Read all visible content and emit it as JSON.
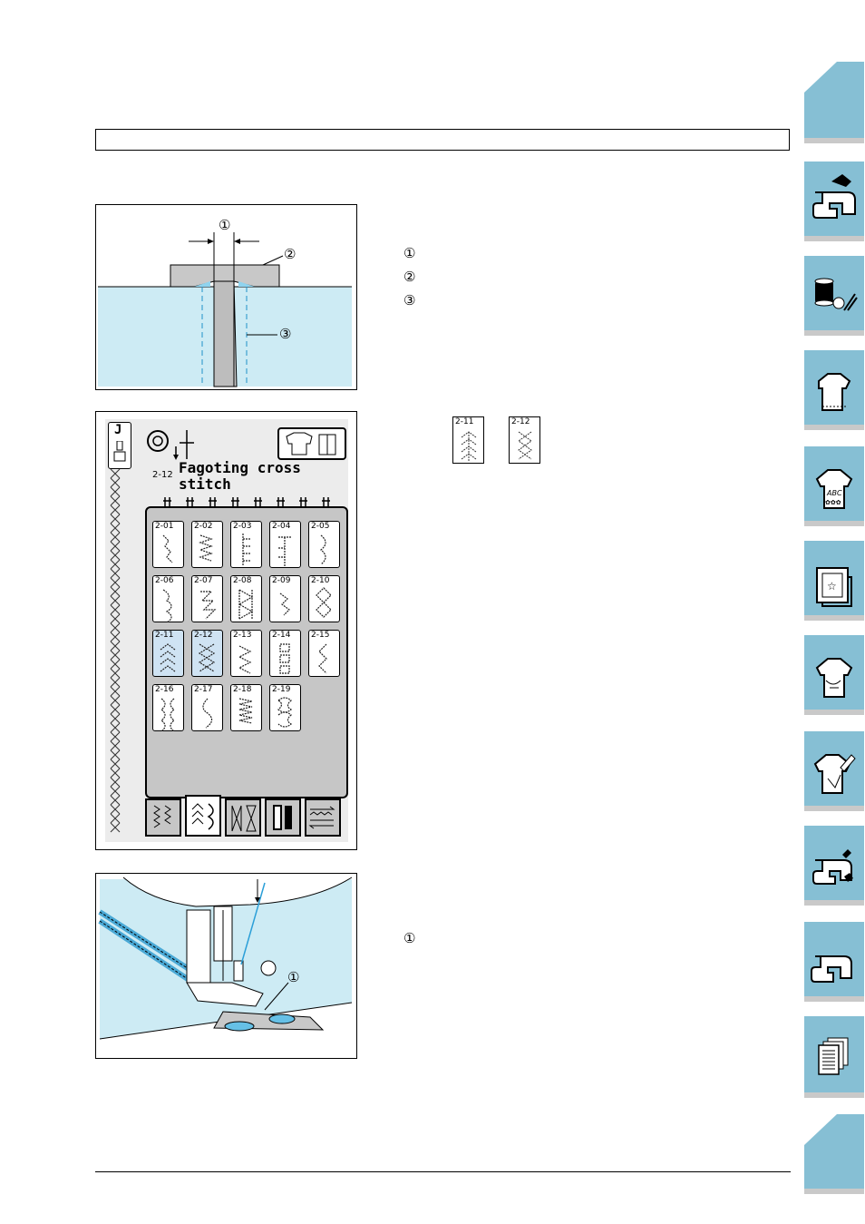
{
  "header": {
    "text": ""
  },
  "figure1": {
    "callouts": [
      "①",
      "②",
      "③"
    ]
  },
  "legend1": {
    "items": [
      {
        "marker": "①",
        "text": ""
      },
      {
        "marker": "②",
        "text": ""
      },
      {
        "marker": "③",
        "text": ""
      }
    ]
  },
  "lcd": {
    "foot_letter": "J",
    "stitch_code": "2-12",
    "stitch_name_line1": "Fagoting cross",
    "stitch_name_line2": "stitch",
    "keys": [
      {
        "code": "2-01",
        "selected": false
      },
      {
        "code": "2-02",
        "selected": false
      },
      {
        "code": "2-03",
        "selected": false
      },
      {
        "code": "2-04",
        "selected": false
      },
      {
        "code": "2-05",
        "selected": false
      },
      {
        "code": "2-06",
        "selected": false
      },
      {
        "code": "2-07",
        "selected": false
      },
      {
        "code": "2-08",
        "selected": false
      },
      {
        "code": "2-09",
        "selected": false
      },
      {
        "code": "2-10",
        "selected": false
      },
      {
        "code": "2-11",
        "selected": true
      },
      {
        "code": "2-12",
        "selected": true
      },
      {
        "code": "2-13",
        "selected": false
      },
      {
        "code": "2-14",
        "selected": false
      },
      {
        "code": "2-15",
        "selected": false
      },
      {
        "code": "2-16",
        "selected": false
      },
      {
        "code": "2-17",
        "selected": false
      },
      {
        "code": "2-18",
        "selected": false
      },
      {
        "code": "2-19",
        "selected": false
      }
    ],
    "bottom_tabs": [
      "utility-stitch-tab",
      "decorative-stitch-tab",
      "satin-stitch-tab",
      "buttonhole-tab",
      "direction-tab"
    ]
  },
  "key_examples": [
    {
      "code": "2-11"
    },
    {
      "code": "2-12"
    }
  ],
  "figure3": {
    "callout": "①"
  },
  "legend3": {
    "items": [
      {
        "marker": "①",
        "text": ""
      }
    ]
  },
  "side_tabs": [
    "blank-tab",
    "sewing-machine-tab",
    "thread-spools-tab",
    "shirt-tab",
    "abc-shirt-tab",
    "embroidery-frame-tab",
    "design-shirt-tab",
    "edit-shirt-tab",
    "maintenance-tab",
    "machine-outline-tab",
    "documents-tab",
    "blank-tab-bottom"
  ],
  "colors": {
    "tab": "#86bfd4",
    "fabric": "#cdebf4",
    "lcd_bg": "#ececec",
    "selected_key": "#cfe3f3"
  }
}
